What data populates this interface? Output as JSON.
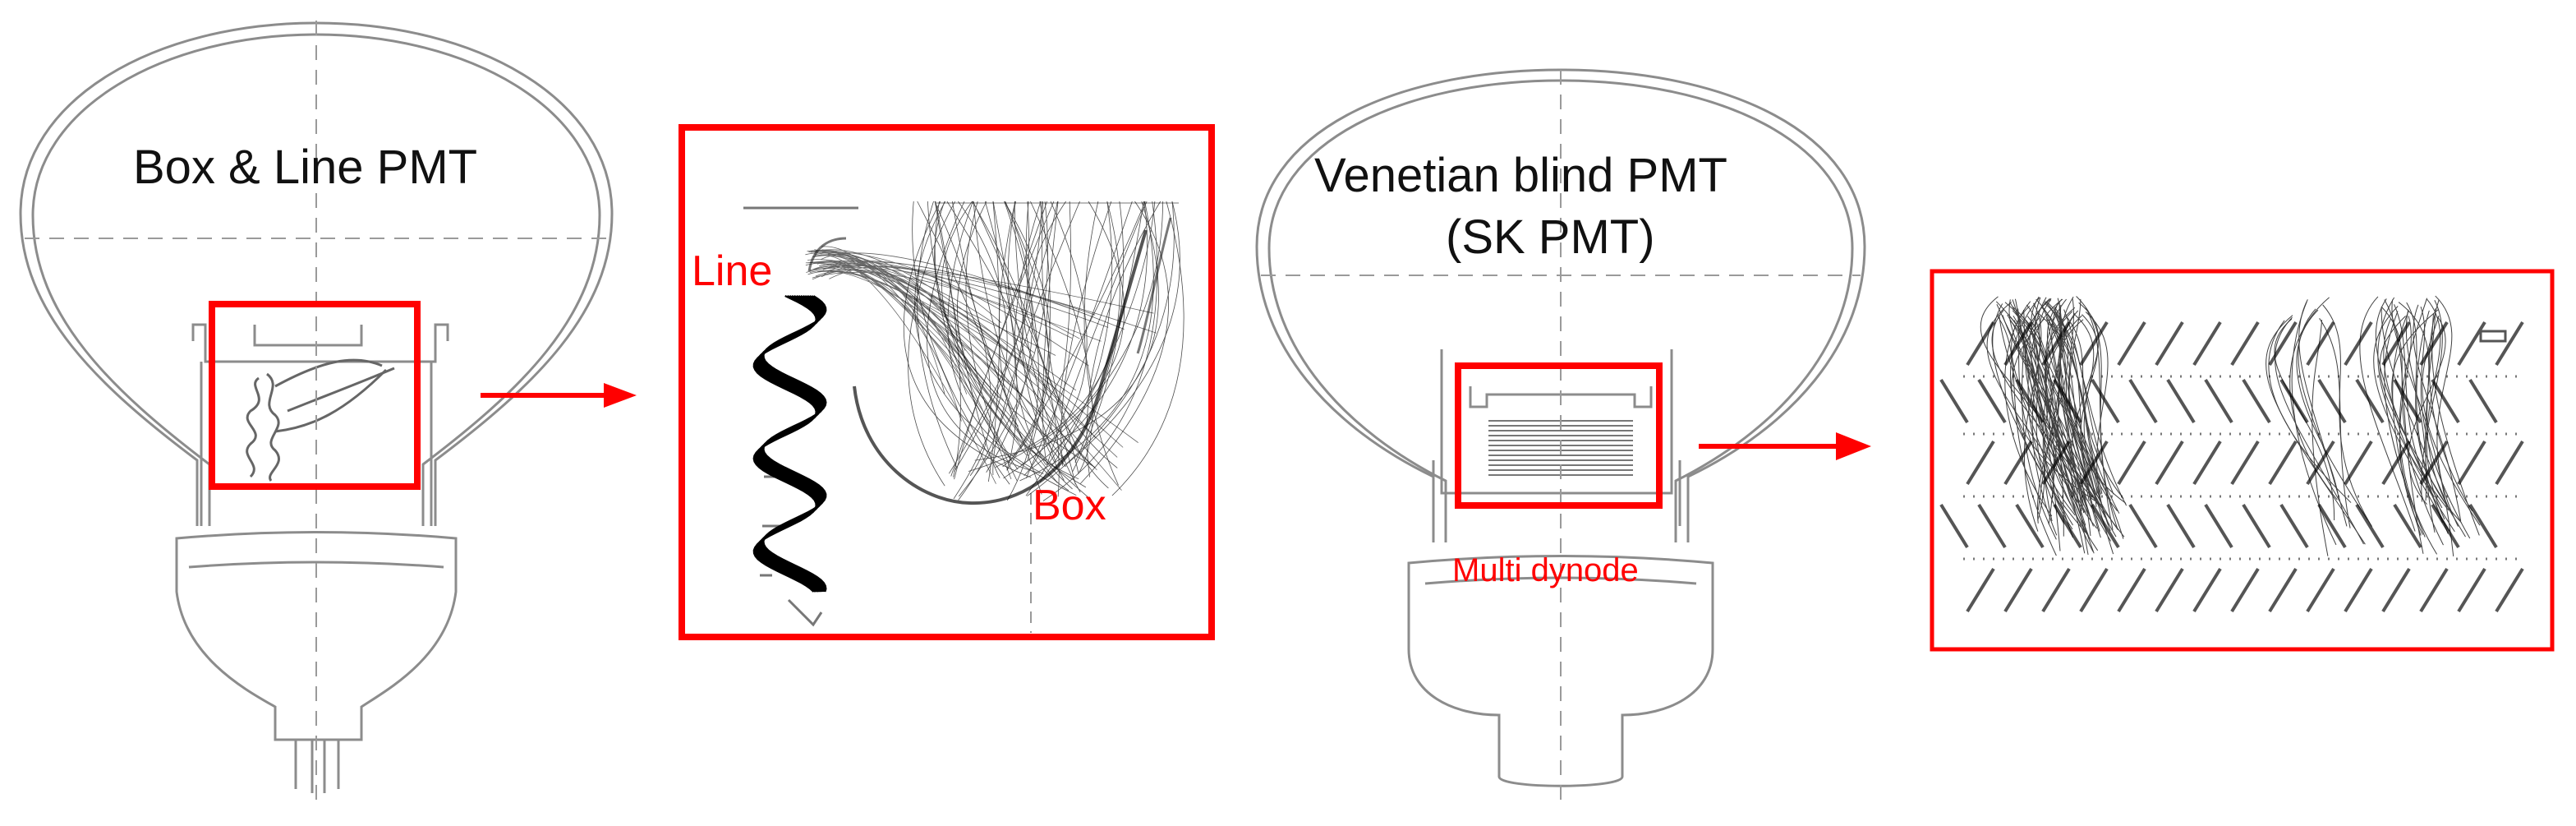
{
  "figure": {
    "left": {
      "title": "Box & Line PMT",
      "line_label": "Line",
      "box_label": "Box"
    },
    "right": {
      "title_line1": "Venetian blind PMT",
      "title_line2": "(SK PMT)",
      "dynode_label": "Multi dynode"
    },
    "colors": {
      "highlight": "#ff0000",
      "outline": "#8c8c8c",
      "trajectory": "#000000"
    }
  }
}
